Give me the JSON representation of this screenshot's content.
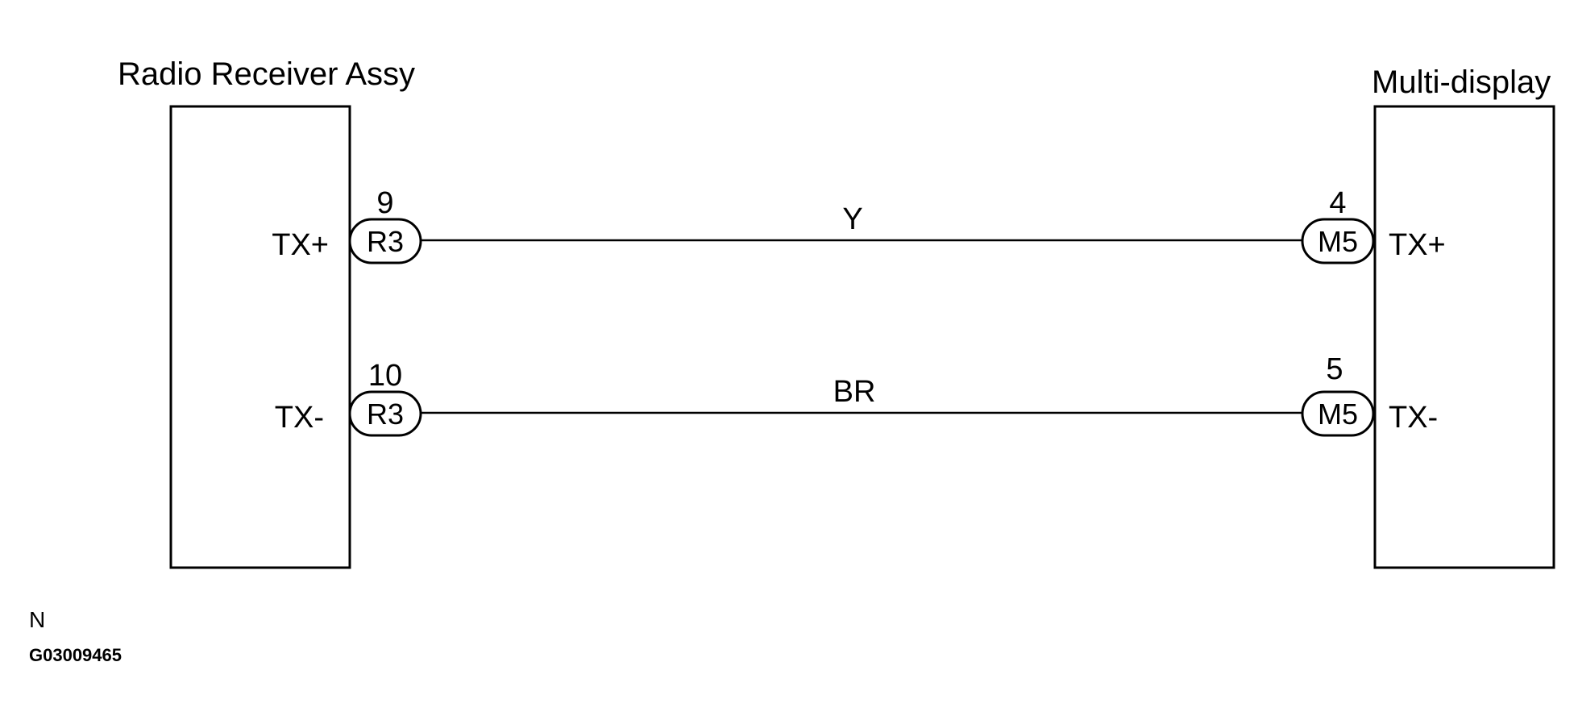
{
  "components": {
    "left": {
      "title": "Radio Receiver Assy",
      "pins": [
        {
          "label": "TX+",
          "pin_number": "9",
          "connector": "R3"
        },
        {
          "label": "TX-",
          "pin_number": "10",
          "connector": "R3"
        }
      ]
    },
    "right": {
      "title": "Multi-display",
      "pins": [
        {
          "label": "TX+",
          "pin_number": "4",
          "connector": "M5"
        },
        {
          "label": "TX-",
          "pin_number": "5",
          "connector": "M5"
        }
      ]
    }
  },
  "wires": [
    {
      "color_code": "Y"
    },
    {
      "color_code": "BR"
    }
  ],
  "footer": {
    "note": "N",
    "figure_id": "G03009465"
  }
}
